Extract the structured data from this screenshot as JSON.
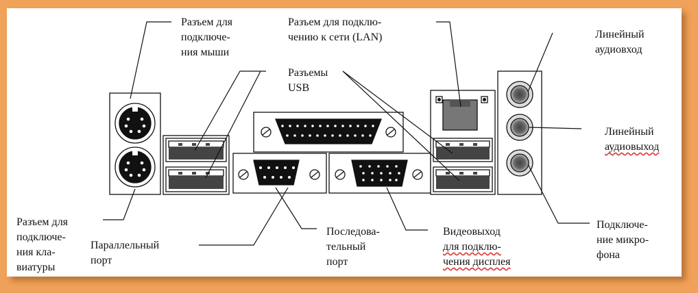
{
  "labels": {
    "mouse": [
      "Разъем для",
      "подключе-",
      "ния мыши"
    ],
    "lan": [
      "Разъем для подклю-",
      "чению к сети (LAN)"
    ],
    "usb": [
      "Разъемы",
      "USB"
    ],
    "line_in": [
      "Линейный",
      "аудиовход"
    ],
    "line_out": [
      "Линейный",
      "аудиовыход"
    ],
    "keyboard": [
      "Разъем для",
      "подключе-",
      "ния кла-",
      "виатуры"
    ],
    "parallel": [
      "Параллельный",
      "порт"
    ],
    "serial": [
      "Последова-",
      "тельный",
      "порт"
    ],
    "video": [
      "Видеовыход",
      "для подклю-",
      "чения дисплея"
    ],
    "mic": [
      "Подключе-",
      "ние микро-",
      "фона"
    ]
  },
  "colors": {
    "border": "#f0a25a",
    "background": "#ffffff",
    "line": "#111111"
  }
}
